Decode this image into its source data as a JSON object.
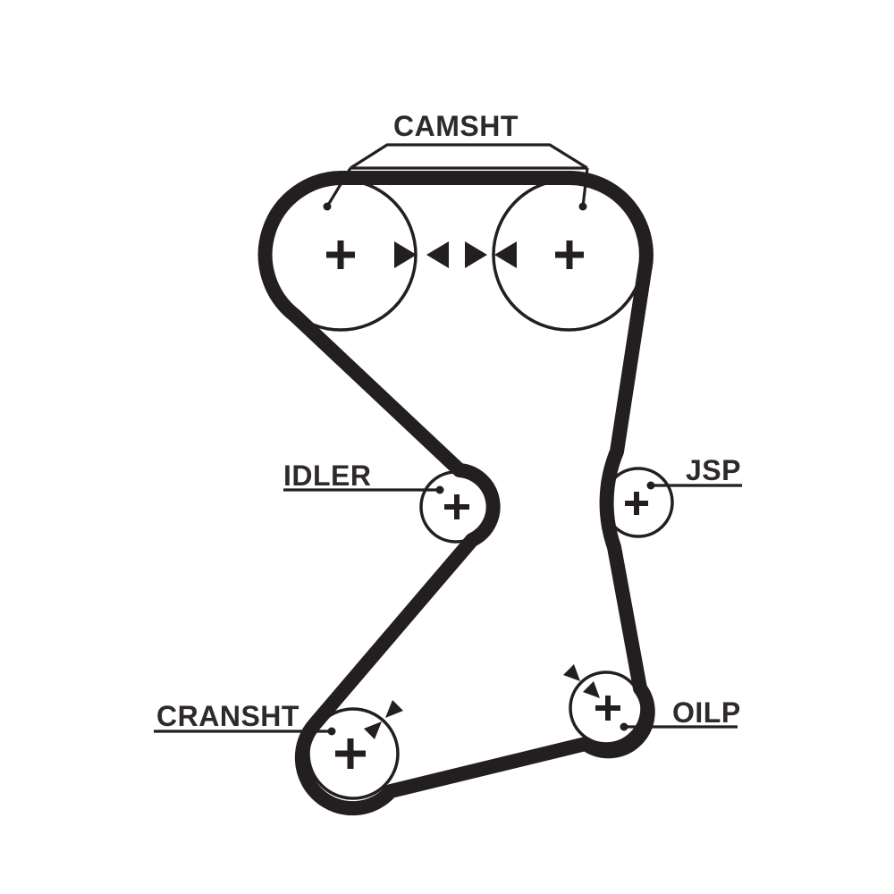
{
  "diagram": {
    "type": "timing-belt-routing-diagram",
    "colors": {
      "line": "#231f20",
      "background": "#ffffff",
      "text": "#2e2a2b"
    },
    "labels": {
      "camsht": "CAMSHT",
      "idler": "IDLER",
      "jsp": "JSP",
      "cransht": "CRANSHT",
      "oilp": "OILP"
    },
    "pulleys": [
      {
        "name": "camshaft-left",
        "label": "CAMSHT",
        "center_mark": "+",
        "timing_marks": "opposed-arrowheads-at-right-edge"
      },
      {
        "name": "camshaft-right",
        "label": "CAMSHT",
        "center_mark": "+",
        "timing_marks": "opposed-arrowheads-at-left-edge"
      },
      {
        "name": "idler",
        "label": "IDLER",
        "center_mark": "+",
        "timing_marks": "none"
      },
      {
        "name": "jsp",
        "label": "JSP",
        "center_mark": "+",
        "timing_marks": "none"
      },
      {
        "name": "crankshaft",
        "label": "CRANSHT",
        "center_mark": "+",
        "timing_marks": "opposed-arrowheads-upper-right"
      },
      {
        "name": "oil-pump",
        "label": "OILP",
        "center_mark": "+",
        "timing_marks": "double-arrowheads-upper-left"
      }
    ]
  }
}
